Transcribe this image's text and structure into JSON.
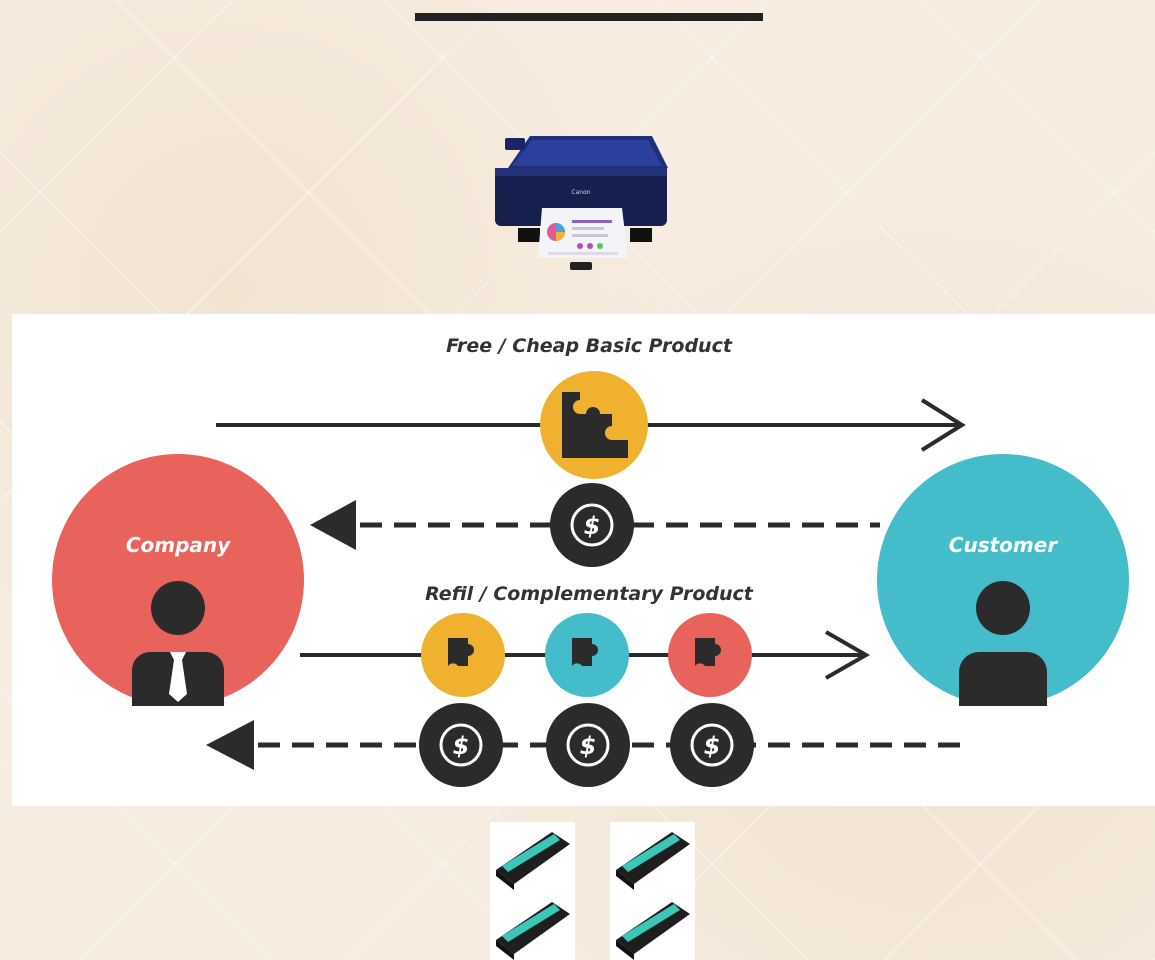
{
  "diagram": {
    "top_label": "Free / Cheap Basic Product",
    "middle_label": "Refil / Complementary Product",
    "company_label": "Company",
    "customer_label": "Customer",
    "currency_symbol": "$",
    "printer_brand": "Canon",
    "colors": {
      "company": "#e8635b",
      "customer": "#45bcc9",
      "yellow": "#f0b12e",
      "dark": "#2b2b2b",
      "panel": "#ffffff"
    },
    "icons": [
      "printer-image",
      "puzzle-icon",
      "dollar-coin-icon",
      "person-icon",
      "toner-cartridge-image"
    ]
  }
}
